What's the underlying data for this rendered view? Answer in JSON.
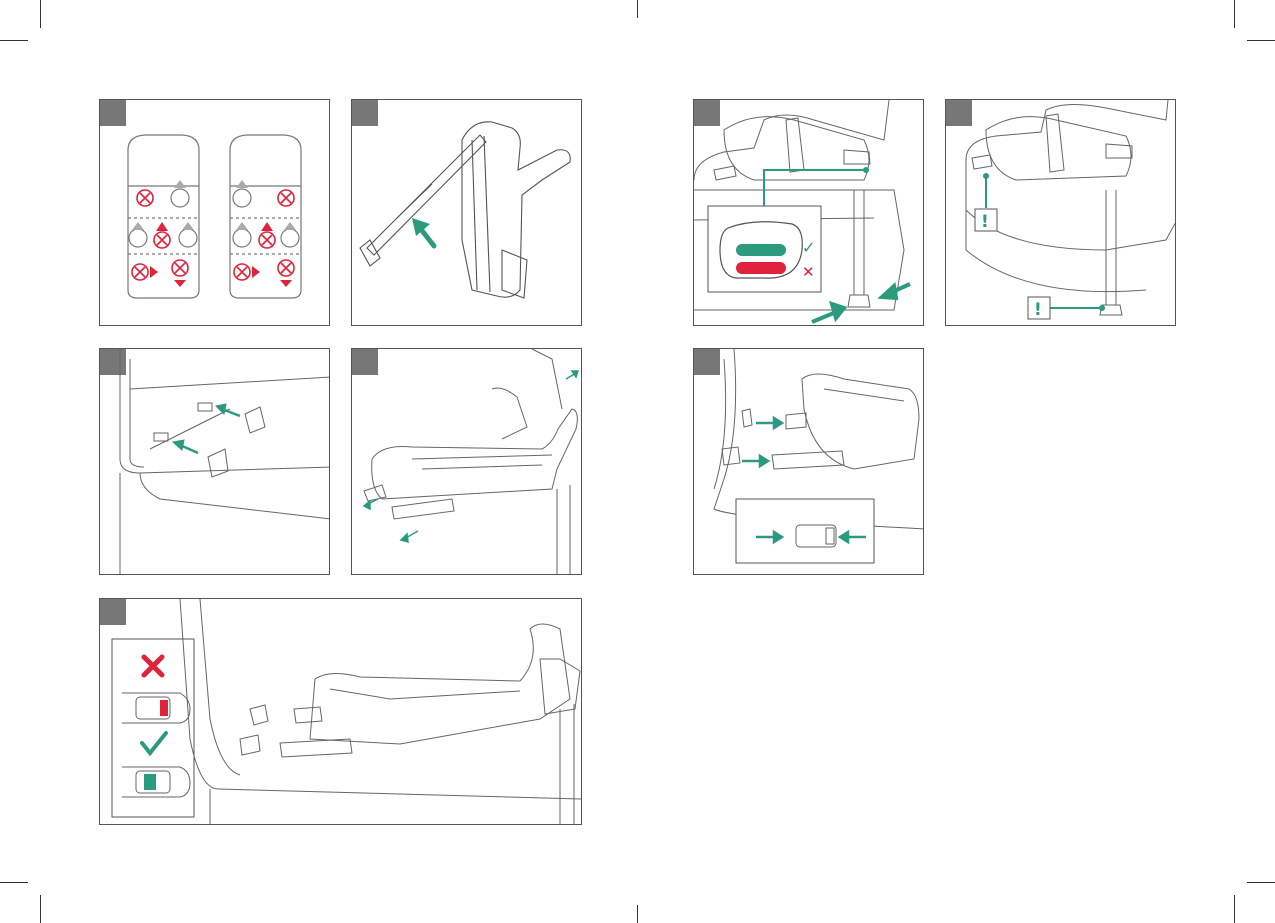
{
  "page": {
    "panels": [
      {
        "id": "car-seating-positions",
        "step_label": ""
      },
      {
        "id": "isofix-guide-extend",
        "step_label": ""
      },
      {
        "id": "isofix-guides-insert",
        "step_label": ""
      },
      {
        "id": "base-unfold",
        "step_label": ""
      },
      {
        "id": "base-latch-connectors",
        "step_label": ""
      },
      {
        "id": "support-leg-adjust",
        "step_label": ""
      },
      {
        "id": "indicator-check",
        "step_label": ""
      },
      {
        "id": "isofix-connect-seat",
        "step_label": ""
      }
    ],
    "indicator_legend": {
      "correct": "✓",
      "incorrect": "✕",
      "warning": "!"
    },
    "colors": {
      "accent": "#2b9a7e",
      "error": "#e0223a",
      "line": "#555555",
      "step_badge": "#777777"
    }
  }
}
